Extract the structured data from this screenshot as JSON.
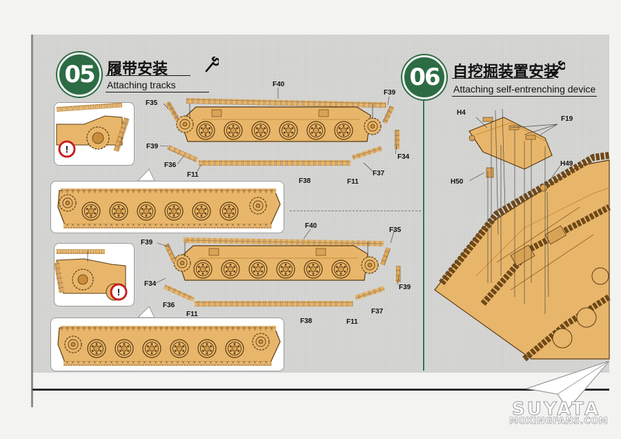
{
  "step05": {
    "number": "05",
    "title_cn": "履带安装",
    "title_en": "Attaching tracks",
    "labels_top": [
      "F40",
      "F39",
      "F35",
      "F39",
      "F36",
      "F11",
      "F34",
      "F37",
      "F38",
      "F11"
    ],
    "labels_bottom": [
      "F40",
      "F35",
      "F39",
      "F34",
      "F39",
      "F36",
      "F11",
      "F37",
      "F38",
      "F11"
    ]
  },
  "step06": {
    "number": "06",
    "title_cn": "自挖掘装置安装",
    "title_en": "Attaching self-entrenching device",
    "labels": [
      "H4",
      "F19",
      "H49",
      "H50"
    ]
  },
  "colors": {
    "step_badge": "#2c6c44",
    "tan_part": "#e8b66a",
    "tan_dark": "#c98d3c",
    "page_gray": "#d7d7d5"
  },
  "icons": [
    "wrench-icon",
    "warning-icon"
  ],
  "watermark": {
    "brand": "SUYATA",
    "site": "MOXINGFANS.COM"
  }
}
